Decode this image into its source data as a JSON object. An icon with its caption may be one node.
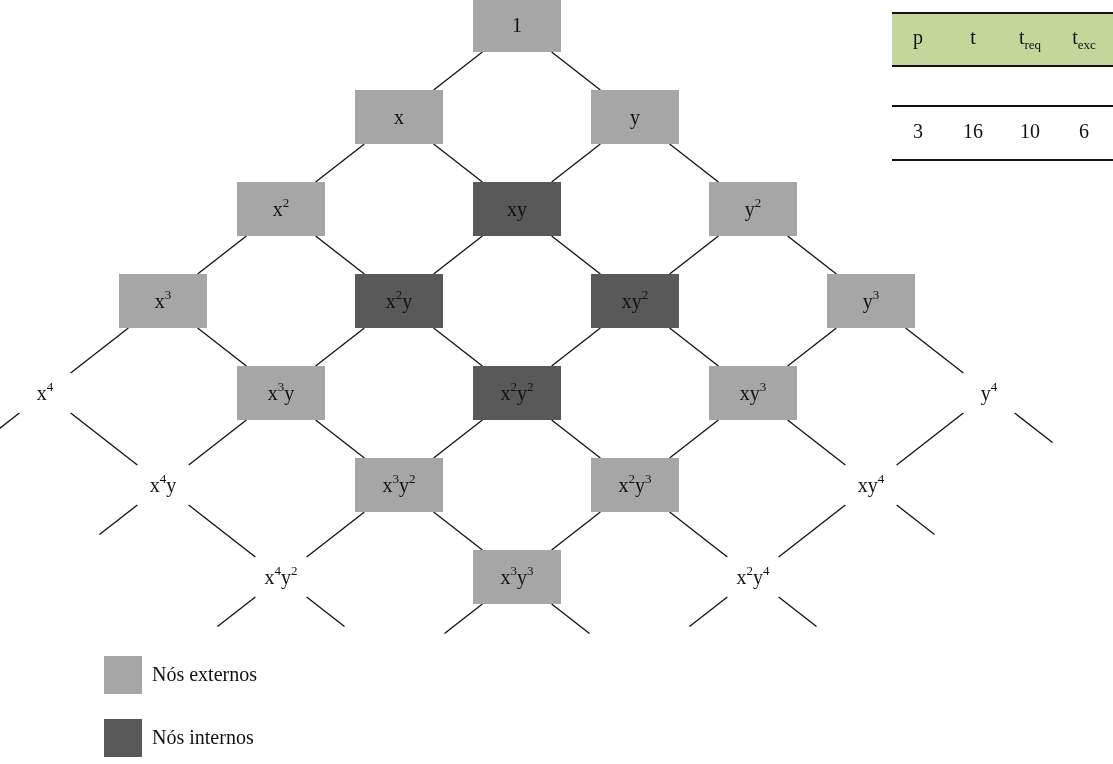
{
  "diagram": {
    "nodes": [
      {
        "text": [
          "1"
        ]
      },
      {
        "text": [
          "x"
        ]
      },
      {
        "text": [
          "y"
        ]
      },
      {
        "text": [
          "x$^{2}$"
        ]
      },
      {
        "text": [
          "xy"
        ]
      },
      {
        "text": [
          "y$^{2}$"
        ]
      },
      {
        "text": [
          "x$^{3}$"
        ]
      },
      {
        "text": [
          "x$^{2}$y"
        ]
      },
      {
        "text": [
          "xy$^{2}$"
        ]
      },
      {
        "text": [
          "y$^{3}$"
        ]
      },
      {
        "text": [
          "x$^{4}$"
        ]
      },
      {
        "text": [
          "x$^{3}$y"
        ]
      },
      {
        "text": [
          "x$^{2}$y$^{2}$"
        ]
      },
      {
        "text": [
          "xy$^{3}$"
        ]
      },
      {
        "text": [
          "y$^{4}$"
        ]
      },
      {
        "text": [
          "x$^{4}$y"
        ]
      },
      {
        "text": [
          "x$^{3}$y$^{2}$"
        ]
      },
      {
        "text": [
          "x$^{2}$y$^{3}$"
        ]
      },
      {
        "text": [
          "xy$^{4}$"
        ]
      },
      {
        "text": [
          "x$^{4}$y$^{2}$"
        ]
      },
      {
        "text": [
          "x$^{3}$y$^{3}$"
        ]
      },
      {
        "text": [
          "x$^{2}$y$^{4}$"
        ]
      }
    ],
    "edges": [
      {
        "from": 0,
        "to": 1,
        "arrow": "none"
      },
      {
        "from": 0,
        "to": 2,
        "arrow": "none"
      },
      {
        "from": 1,
        "to": 3,
        "arrow": "none"
      },
      {
        "from": 1,
        "to": 4,
        "arrow": "none"
      },
      {
        "from": 2,
        "to": 4,
        "arrow": "none"
      },
      {
        "from": 2,
        "to": 5,
        "arrow": "none"
      },
      {
        "from": 3,
        "to": 6,
        "arrow": "none"
      },
      {
        "from": 3,
        "to": 7,
        "arrow": "none"
      },
      {
        "from": 4,
        "to": 7,
        "arrow": "none"
      },
      {
        "from": 4,
        "to": 8,
        "arrow": "none"
      },
      {
        "from": 5,
        "to": 8,
        "arrow": "none"
      },
      {
        "from": 5,
        "to": 9,
        "arrow": "none"
      },
      {
        "from": 6,
        "to": 10,
        "arrow": "none"
      },
      {
        "from": 6,
        "to": 11,
        "arrow": "none"
      },
      {
        "from": 7,
        "to": 11,
        "arrow": "none"
      },
      {
        "from": 7,
        "to": 12,
        "arrow": "none"
      },
      {
        "from": 8,
        "to": 12,
        "arrow": "none"
      },
      {
        "from": 8,
        "to": 13,
        "arrow": "none"
      },
      {
        "from": 9,
        "to": 13,
        "arrow": "none"
      },
      {
        "from": 9,
        "to": 14,
        "arrow": "none"
      },
      {
        "from": 10,
        "to": null,
        "arrow": "none"
      },
      {
        "from": 10,
        "to": 15,
        "arrow": "none"
      },
      {
        "from": 11,
        "to": 15,
        "arrow": "none"
      },
      {
        "from": 11,
        "to": 16,
        "arrow": "none"
      },
      {
        "from": 12,
        "to": 16,
        "arrow": "none"
      },
      {
        "from": 12,
        "to": 17,
        "arrow": "none"
      },
      {
        "from": 13,
        "to": 17,
        "arrow": "none"
      },
      {
        "from": 13,
        "to": 18,
        "arrow": "none"
      },
      {
        "from": 14,
        "to": 18,
        "arrow": "none"
      },
      {
        "from": 14,
        "to": null,
        "arrow": "none"
      },
      {
        "from": 15,
        "to": null,
        "arrow": "none"
      },
      {
        "from": 15,
        "to": 19,
        "arrow": "none"
      },
      {
        "from": 16,
        "to": 19,
        "arrow": "none"
      },
      {
        "from": 16,
        "to": 20,
        "arrow": "none"
      },
      {
        "from": 17,
        "to": 20,
        "arrow": "none"
      },
      {
        "from": 17,
        "to": 21,
        "arrow": "none"
      },
      {
        "from": 18,
        "to": 21,
        "arrow": "none"
      },
      {
        "from": 18,
        "to": null,
        "arrow": "none"
      },
      {
        "from": 19,
        "to": null,
        "arrow": "none"
      },
      {
        "from": 19,
        "to": null,
        "arrow": "none"
      },
      {
        "from": 20,
        "to": null,
        "arrow": "none"
      },
      {
        "from": 20,
        "to": null,
        "arrow": "none"
      },
      {
        "from": 21,
        "to": null,
        "arrow": "none"
      },
      {
        "from": 21,
        "to": null,
        "arrow": "none"
      }
    ],
    "labels": [
      "p",
      "t",
      "t$_{req}$",
      "t$_{exc}$",
      "3",
      "16",
      "10",
      "6"
    ],
    "legend": [
      {
        "text": "Nós externos",
        "color": "#a6a6a6"
      },
      {
        "text": "Nós internos",
        "color": "#595959"
      }
    ]
  }
}
